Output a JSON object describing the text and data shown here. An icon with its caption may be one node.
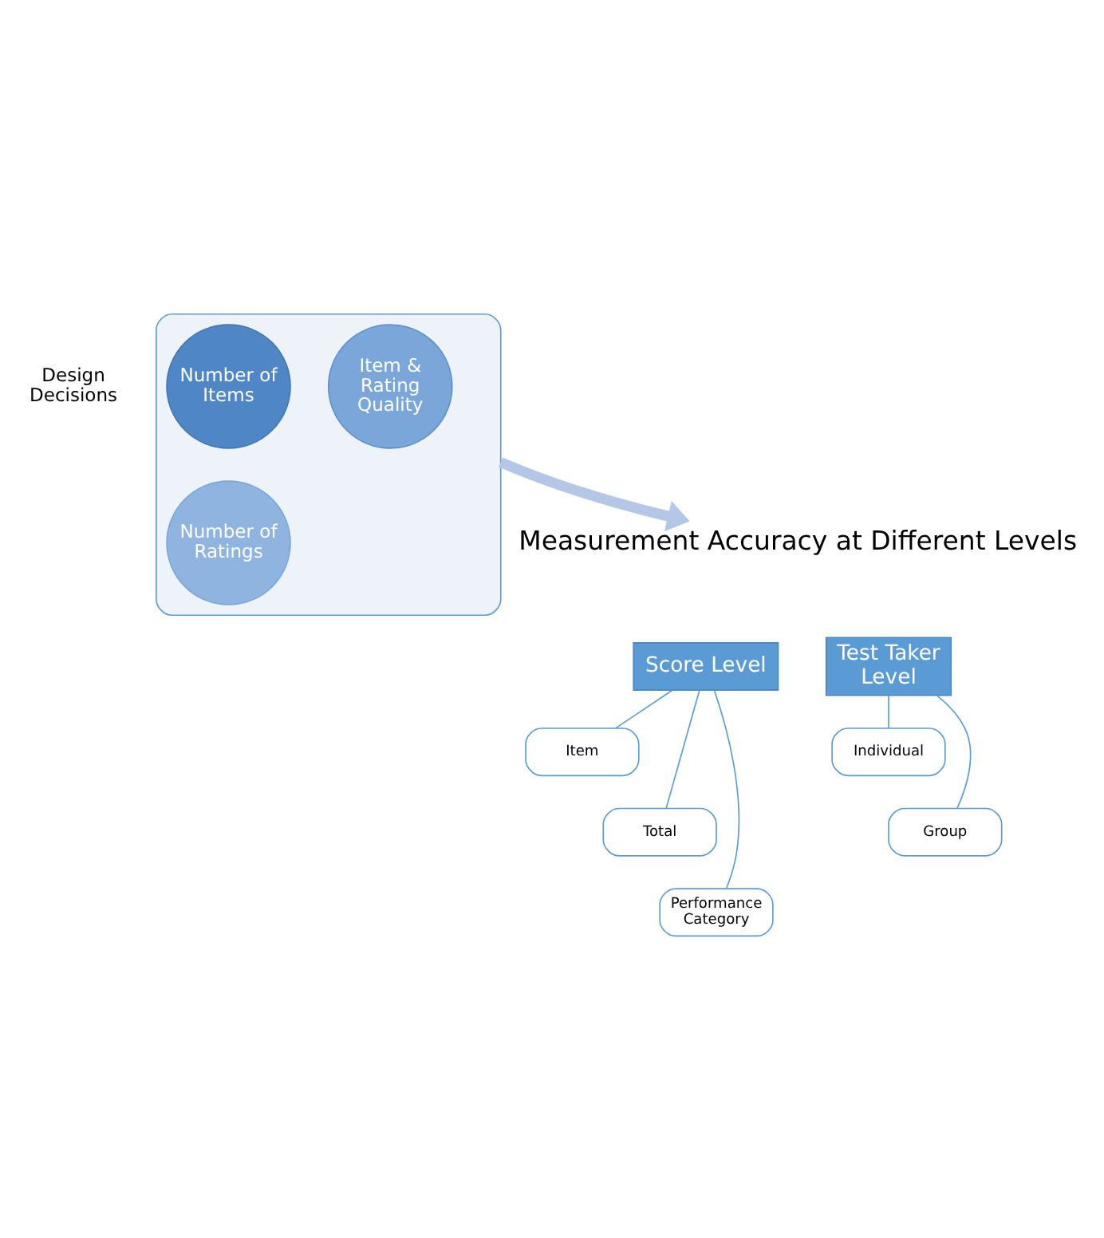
{
  "diagram": {
    "nodes": [
      {
        "text": [],
        "shape": "funnel"
      },
      {
        "text": [
          "Item & Rating Quality"
        ],
        "in": 0
      },
      {
        "text": [
          "Number of Items"
        ],
        "in": 0
      },
      {
        "text": [
          "Number of Ratings"
        ],
        "in": 0
      },
      {
        "text": [
          "Measurement Accuracy at Different Levels"
        ]
      },
      {
        "text": [
          "Score Level"
        ]
      },
      {
        "text": [
          "Item"
        ]
      },
      {
        "text": [
          "Total"
        ]
      },
      {
        "text": [
          "Performance Category"
        ]
      },
      {
        "text": [
          "Test Taker Level"
        ]
      },
      {
        "text": [
          "Individual"
        ]
      },
      {
        "text": [
          "Group"
        ]
      }
    ],
    "edges": [
      {
        "from": 0,
        "to": 4,
        "arrow": "to",
        "style": "thick",
        "color": "#b4c7e7"
      },
      {
        "from": 5,
        "to": 6,
        "arrow": "none"
      },
      {
        "from": 5,
        "to": 7,
        "arrow": "none"
      },
      {
        "from": 5,
        "to": 8,
        "arrow": "none"
      },
      {
        "from": 9,
        "to": 10,
        "arrow": "none"
      },
      {
        "from": 9,
        "to": 11,
        "arrow": "none"
      }
    ],
    "labels": [
      "Design Decisions"
    ]
  }
}
